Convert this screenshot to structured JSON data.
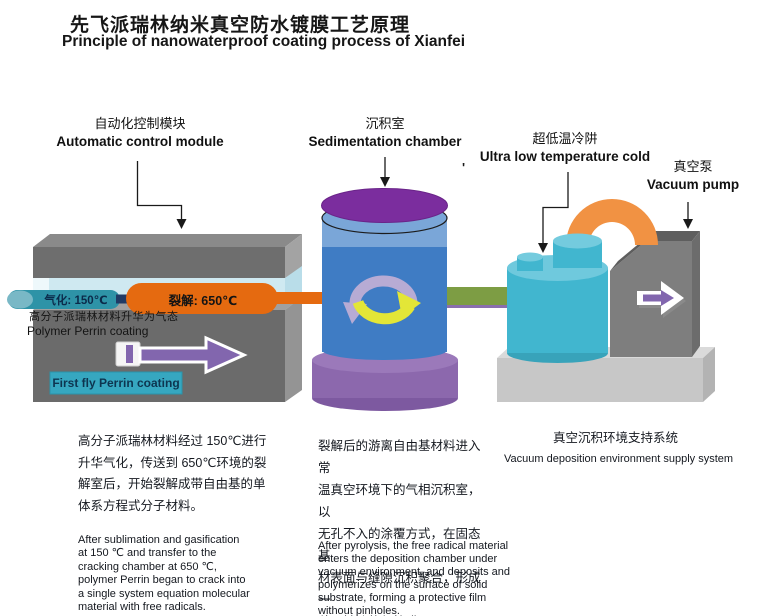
{
  "title": {
    "cn": "先飞派瑞林纳米真空防水镀膜工艺原理",
    "en": "Principle of nanowaterproof coating process of Xianfei"
  },
  "labels": {
    "control": {
      "cn": "自动化控制模块",
      "en": "Automatic control module"
    },
    "chamber": {
      "cn": "沉积室",
      "en": "Sedimentation chamber"
    },
    "coldtrap": {
      "cn": "超低温冷阱",
      "en": "Ultra low temperature cold",
      "stray_mark": "'"
    },
    "pump": {
      "cn": "真空泵",
      "en": "Vacuum pump"
    }
  },
  "machine": {
    "gasification_label": "气化: 150℃",
    "pyrolysis_label": "裂解: 650℃",
    "feed_cn": "高分子派瑞林材料升华为气态",
    "feed_en": "Polymer Perrin coating",
    "first_fly_label": "First fly Perrin coating"
  },
  "paragraphs": {
    "left_cn": "高分子派瑞林材料经过 150℃进行\n升华气化，传送到 650℃环境的裂\n解室后，开始裂解成带自由基的单\n体系方程式分子材料。",
    "left_en": "After sublimation and gasification\nat 150 ℃ and transfer to the\ncracking chamber at 650 ℃,\npolymer Perrin began to crack into\na single system equation molecular\nmaterial with free radicals.",
    "middle_cn": "裂解后的游离自由基材料进入常\n温真空环境下的气相沉积室，以\n无孔不入的涂覆方式，在固态基\n材表面与缝隙沉积聚合，形成一\n种无针孔的保护膜。",
    "middle_en": "After pyrolysis, the free radical material\nenters the deposition chamber under\nvacuum environment, and deposits and\npolymerizes on the surface of solid\nsubstrate, forming a protective film\nwithout pinholes.",
    "right_cn": "真空沉积环境支持系统",
    "right_en": "Vacuum deposition  environment supply system"
  },
  "colors": {
    "orange": "#e56a10",
    "arc_orange": "#f19243",
    "coldtrap_teal": "#41b6cf",
    "pill_teal": "#2e93a7",
    "label_box_teal": "#36a7c0",
    "cylinder_blue": "#3f7cc4",
    "cylinder_band_blue": "#7aa6d8",
    "cylinder_top_purple": "#7b2d9e",
    "pedestal_purple": "#8c68ad",
    "arrow_purple": "#8266ae",
    "pipe_green": "#7d9d44",
    "machine_gray": "#6b6b6b",
    "recycle_lavender": "#b7abd4",
    "recycle_yellow": "#e3e637"
  }
}
